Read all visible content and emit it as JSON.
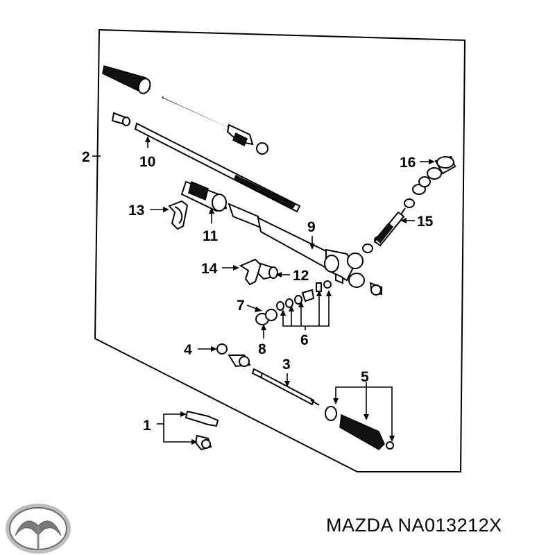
{
  "diagram": {
    "callouts": [
      "1",
      "2",
      "3",
      "4",
      "5",
      "6",
      "7",
      "8",
      "9",
      "10",
      "11",
      "12",
      "13",
      "14",
      "15",
      "16"
    ]
  },
  "footer": {
    "part_number": "MAZDA NA013212X",
    "logo_icon": "mazda-logo-icon"
  },
  "colors": {
    "ink": "#000000",
    "background": "#ffffff"
  }
}
